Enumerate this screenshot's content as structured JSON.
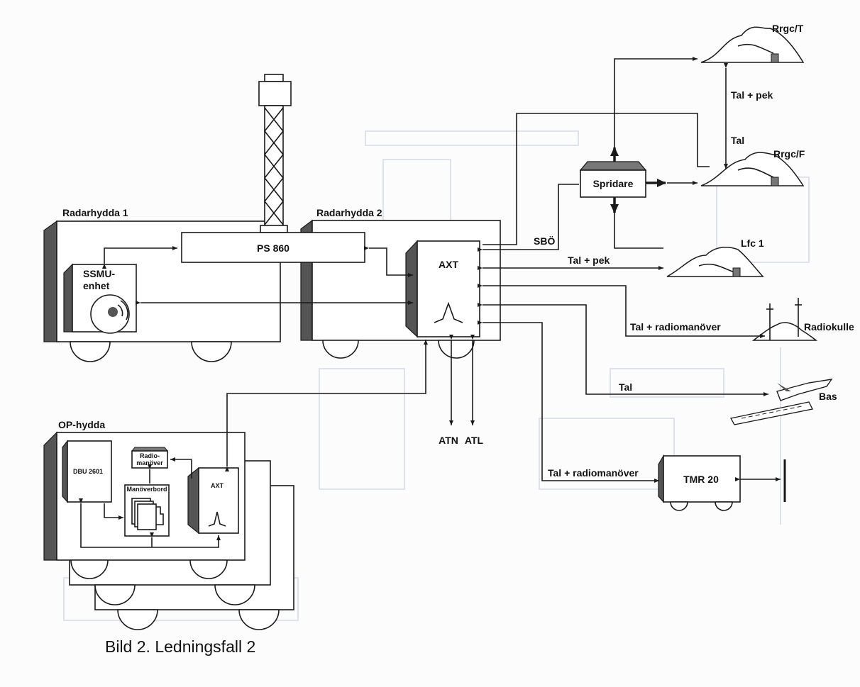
{
  "caption": "Bild 2. Ledningsfall 2",
  "units": {
    "radarhydda1": "Radarhydda 1",
    "radarhydda2": "Radarhydda 2",
    "ophydda": "OP-hydda",
    "ps860": "PS 860",
    "ssmu_line1": "SSMU-",
    "ssmu_line2": "enhet",
    "axt_main": "AXT",
    "axt_op": "AXT",
    "dbu": "DBU 2601",
    "radio_line1": "Radio-",
    "radio_line2": "manöver",
    "manoverbord": "Manöverbord",
    "spridare": "Spridare",
    "tmr20": "TMR 20"
  },
  "sites": {
    "rrgc_t": "Rrgc/T",
    "rrgc_f": "Rrgc/F",
    "lfc1": "Lfc 1",
    "radiokulle": "Radiokulle",
    "bas": "Bas"
  },
  "links": {
    "sbo": "SBÖ",
    "tal_pek_main": "Tal + pek",
    "tal_pek_vertical": "Tal + pek",
    "tal_vertical": "Tal",
    "tal_radio_upper": "Tal + radiomanöver",
    "tal_bas": "Tal",
    "tal_radio_lower": "Tal + radiomanöver",
    "atn": "ATN",
    "atl": "ATL"
  }
}
